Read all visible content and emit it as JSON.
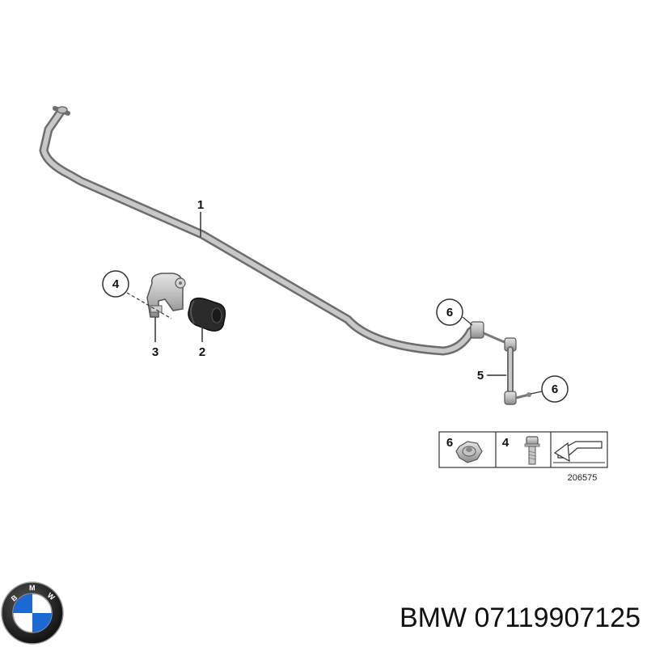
{
  "callouts": {
    "bar": "1",
    "bushing": "2",
    "bracket": "3",
    "bolt_top": "4",
    "nut_top": "6",
    "link": "5",
    "nut_bottom": "6"
  },
  "legend": {
    "nut_number": "6",
    "bolt_number": "4",
    "reference": "206575"
  },
  "caption": "BMW 07119907125",
  "logo": {
    "letters": [
      "B",
      "M",
      "W"
    ],
    "colors": {
      "blue": "#1c69d4",
      "ring": "#1a1a1a",
      "white": "#ffffff"
    }
  }
}
